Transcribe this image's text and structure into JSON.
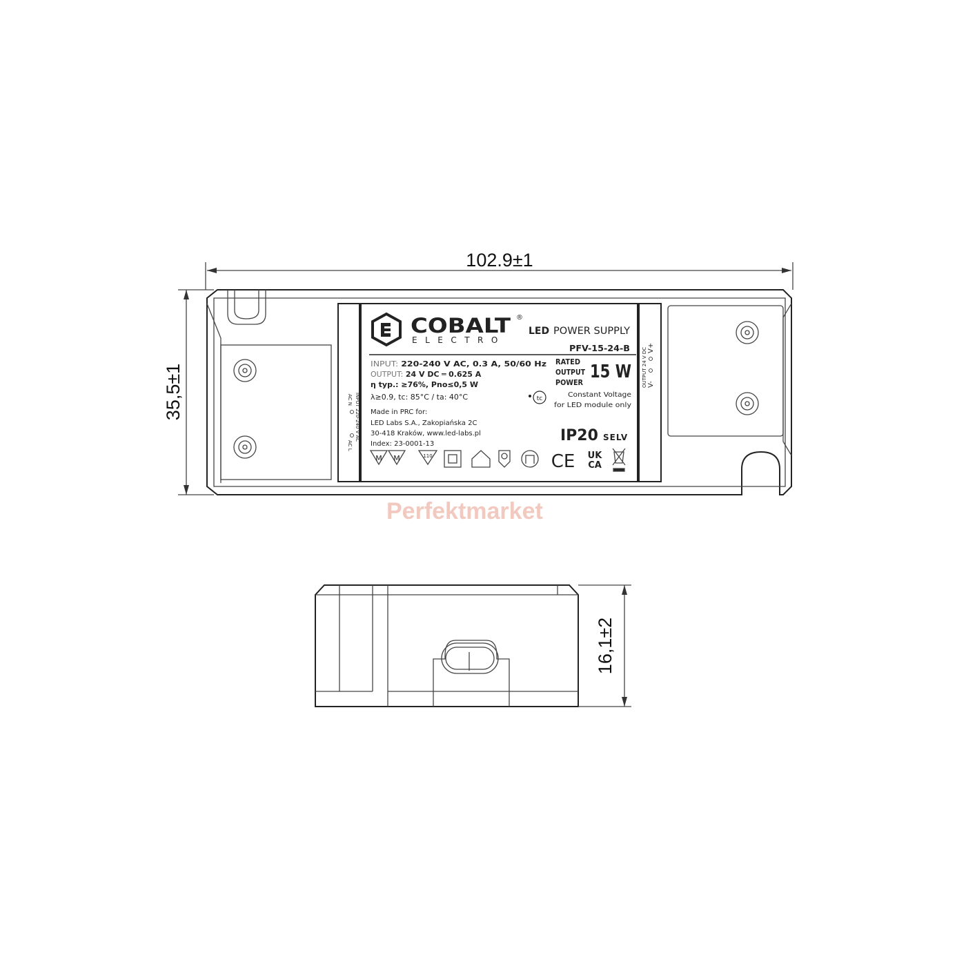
{
  "dimensions": {
    "length": "102.9±1",
    "width": "35,5±1",
    "height": "16,1±2"
  },
  "label": {
    "brand": "COBALT",
    "brand_sub": "ELECTRO",
    "registered": "®",
    "product_type_bold": "LED",
    "product_type": "POWER SUPPLY",
    "model": "PFV-15-24-B",
    "input_key": "INPUT:",
    "input_value": "220-240 V AC, 0.3 A, 50/60 Hz",
    "output_key": "OUTPUT:",
    "output_value_a": "24 V DC",
    "output_value_b": "0.625 A",
    "efficiency": "η typ.: ≥76%, Pno≤0,5 W",
    "power_factor": "λ≥0.9, tc: 85°C / ta: 40°C",
    "made_in": "Made in PRC for:",
    "company": "LED Labs S.A., Zakopiańska 2C",
    "address": "30-418 Kraków, www.led-labs.pl",
    "index": "Index: 23-0001-13",
    "rated_1": "RATED",
    "rated_2": "OUTPUT",
    "rated_3": "POWER",
    "power": "15 W",
    "tc_symbol": "tc",
    "mode_1": "Constant Voltage",
    "mode_2": "for LED module only",
    "ip": "IP20",
    "selv": "SELV",
    "input_side": "INPUT 220-240 V AC",
    "ac_n": "AC N",
    "ac_l": "AC L",
    "output_side": "OUTPUT 24 V DC",
    "v_minus": "V-",
    "v_plus": "V+",
    "cert_m": "M",
    "cert_110": "110",
    "ce": "CE",
    "ukca_1": "UK",
    "ukca_2": "CA"
  },
  "watermark": "Perfektmarket"
}
